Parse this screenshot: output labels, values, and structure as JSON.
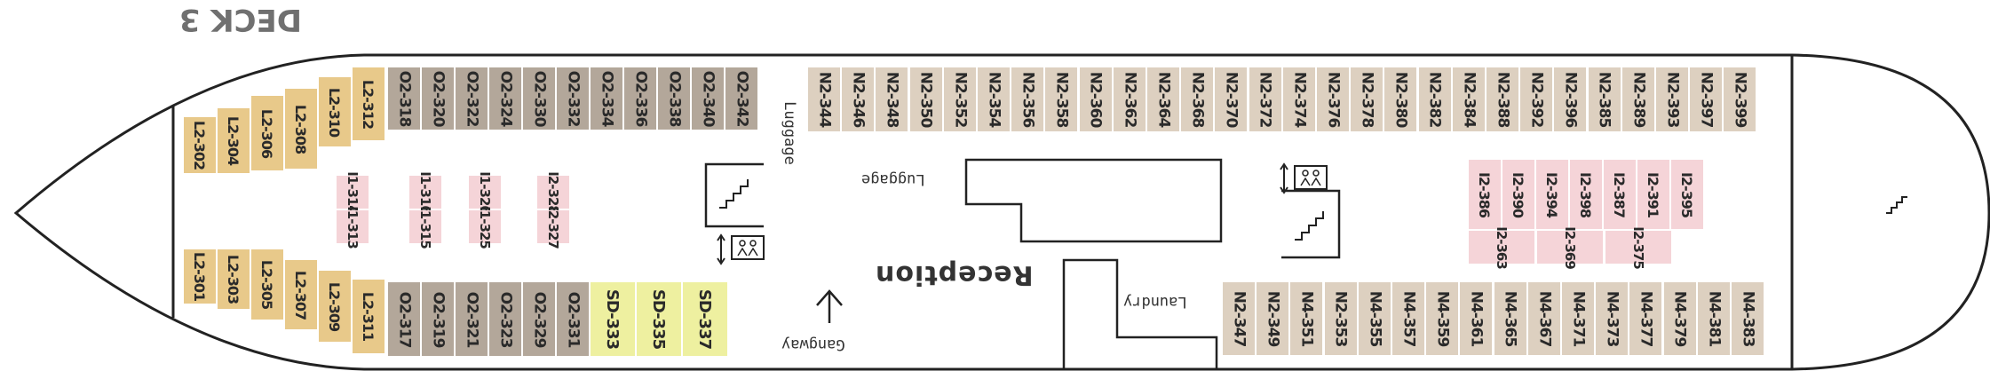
{
  "deck_title": "DECK 3",
  "colors": {
    "outline": "#222222",
    "deck_bg": "#ffffff",
    "suite_gold": "#e8c98a",
    "cabin_taupe": "#b3a79a",
    "cabin_beige": "#ddd0c0",
    "inside_pink": "#f5d4d8",
    "suite_lime": "#eef0a0"
  },
  "labels": {
    "luggage_vertical": "Luggage",
    "luggage_room": "Luggage",
    "reception": "Reception",
    "laundry": "Laundry",
    "gangway": "Gangway"
  },
  "icons": [
    "stairs-icon",
    "elevator-icon",
    "stairs-icon",
    "elevator-icon",
    "stairs-icon",
    "gangway-arrow-icon"
  ],
  "cabins": {
    "l2_top": [
      "L2-302",
      "L2-304",
      "L2-306",
      "L2-308",
      "L2-310",
      "L2-312"
    ],
    "l2_bottom": [
      "L2-301",
      "L2-303",
      "L2-305",
      "L2-307",
      "L2-309",
      "L2-311"
    ],
    "o2_top": [
      "O2-318",
      "O2-320",
      "O2-322",
      "O2-324",
      "O2-330",
      "O2-332",
      "O2-334",
      "O2-336",
      "O2-338",
      "O2-340",
      "O2-342"
    ],
    "o2_bottom": [
      "O2-317",
      "O2-319",
      "O2-321",
      "O2-323",
      "O2-329",
      "O2-331"
    ],
    "sd": [
      "SD-333",
      "SD-335",
      "SD-337"
    ],
    "i_left_top": [
      "I1-314",
      "I1-316",
      "I1-326",
      "I2-328"
    ],
    "i_left_bottom": [
      "I1-313",
      "I1-315",
      "I1-325",
      "I2-327"
    ],
    "n2_top": [
      "N2-344",
      "N2-346",
      "N2-348",
      "N2-350",
      "N2-352",
      "N2-354",
      "N2-356",
      "N2-358",
      "N2-360",
      "N2-362",
      "N2-364",
      "N2-368",
      "N2-370",
      "N2-372",
      "N2-374",
      "N2-376",
      "N2-378",
      "N2-380",
      "N2-382",
      "N2-384",
      "N2-388",
      "N2-392",
      "N2-396",
      "N2-385",
      "N2-389",
      "N2-393",
      "N2-397",
      "N2-399"
    ],
    "i_right_top": [
      "I2-386",
      "I2-390",
      "I2-394",
      "I2-398",
      "I2-387",
      "I2-391",
      "I2-395"
    ],
    "i_right_bottom": [
      "I2-363",
      "I2-369",
      "I2-375"
    ],
    "n_bottom": [
      "N2-347",
      "N2-349",
      "N4-351",
      "N2-353",
      "N4-355",
      "N4-357",
      "N4-359",
      "N4-361",
      "N4-365",
      "N4-367",
      "N4-371",
      "N4-373",
      "N4-377",
      "N4-379",
      "N4-381",
      "N4-383"
    ]
  }
}
